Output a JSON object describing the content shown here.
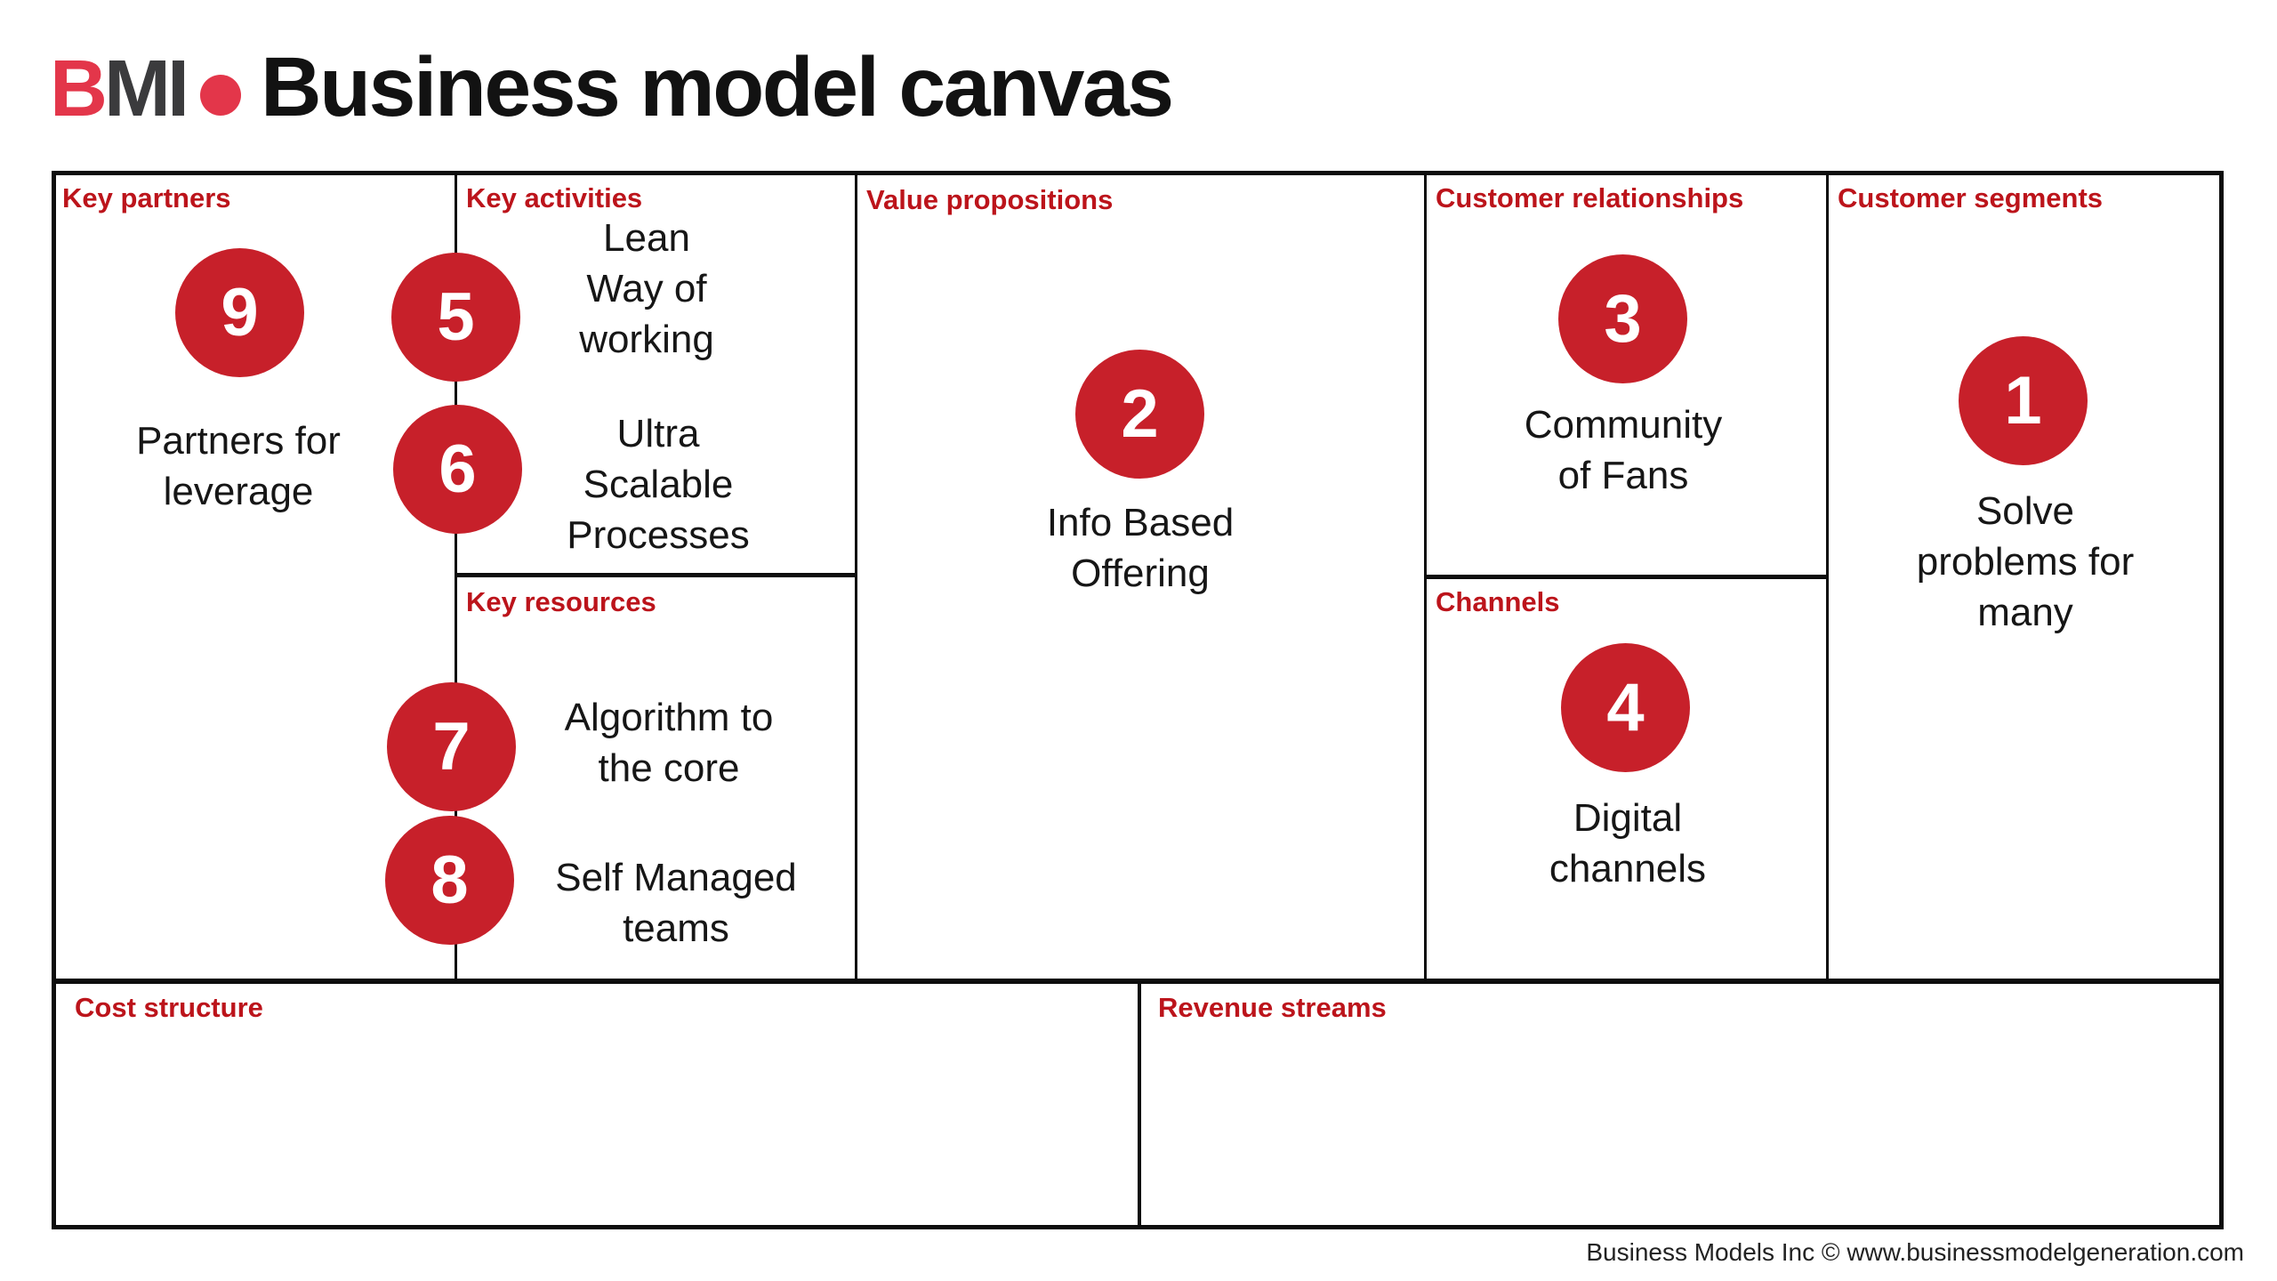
{
  "page": {
    "background": "#ffffff"
  },
  "logo": {
    "brand_bold": "B",
    "brand_rest": "MI",
    "dot_icon": "red-dot",
    "title": "Business model canvas"
  },
  "palette": {
    "badge_red": "#c7202a",
    "header_red": "#bc141b",
    "logo_red": "#e3364a",
    "logo_gray": "#3b3b3d",
    "line_black": "#0d0d0d",
    "text_black": "#161616"
  },
  "sections": {
    "key_partners": {
      "header": "Key partners",
      "badge": "9",
      "note_lines": [
        "Partners for",
        "leverage"
      ]
    },
    "key_activities": {
      "header": "Key activities",
      "items": [
        {
          "badge": "5",
          "note_lines": [
            "Lean",
            "Way of",
            "working"
          ]
        },
        {
          "badge": "6",
          "note_lines": [
            "Ultra",
            "Scalable",
            "Processes"
          ]
        }
      ]
    },
    "key_resources": {
      "header": "Key resources",
      "items": [
        {
          "badge": "7",
          "note_lines": [
            "Algorithm to",
            "the core"
          ]
        },
        {
          "badge": "8",
          "note_lines": [
            "Self Managed",
            "teams"
          ]
        }
      ]
    },
    "value_propositions": {
      "header": "Value propositions",
      "badge": "2",
      "note_lines": [
        "Info Based",
        "Offering"
      ]
    },
    "customer_relationships": {
      "header": "Customer relationships",
      "badge": "3",
      "note_lines": [
        "Community",
        "of Fans"
      ]
    },
    "channels": {
      "header": "Channels",
      "badge": "4",
      "note_lines": [
        "Digital",
        "channels"
      ]
    },
    "customer_segments": {
      "header": "Customer segments",
      "badge": "1",
      "note_lines": [
        "Solve",
        "problems for",
        "many"
      ]
    },
    "cost_structure": {
      "header": "Cost structure"
    },
    "revenue_streams": {
      "header": "Revenue streams"
    }
  },
  "footer": {
    "credit": "Business Models Inc © www.businessmodelgeneration.com"
  }
}
